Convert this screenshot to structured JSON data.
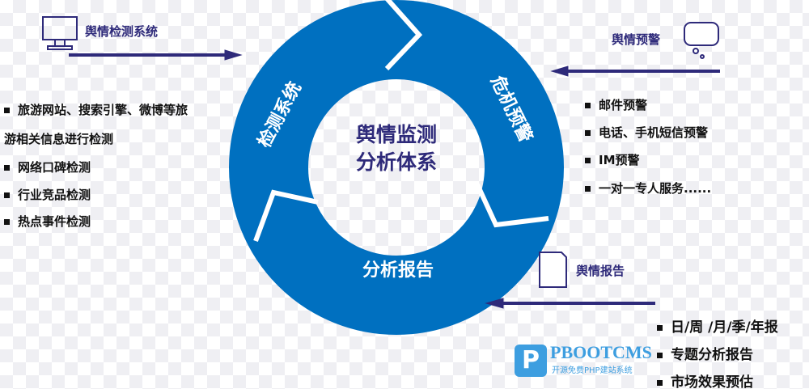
{
  "center_title": [
    "舆情监测",
    "分析体系"
  ],
  "segments": {
    "monitor": "检测系统",
    "warning": "危机预警",
    "report": "分析报告"
  },
  "left_panel": {
    "heading": "舆情检测系统",
    "items": [
      "旅游网站、搜索引擎、微博等旅",
      "游相关信息进行检测",
      "网络口碑检测",
      "行业竞品检测",
      "热点事件检测"
    ]
  },
  "right_panel": {
    "heading": "舆情预警",
    "items": [
      "邮件预警",
      "电话、手机短信预警",
      "IM预警",
      "一对一专人服务......"
    ]
  },
  "report_panel": {
    "heading": "舆情报告",
    "items": [
      "日/周 /月/季/年报",
      "专题分析报告",
      "市场效果预估"
    ]
  },
  "watermark": {
    "brand": "PBOOTCMS",
    "tagline": "开源免费PHP建站系统"
  },
  "colors": {
    "ring": "#0070c0",
    "accent": "#2e2a7a"
  }
}
